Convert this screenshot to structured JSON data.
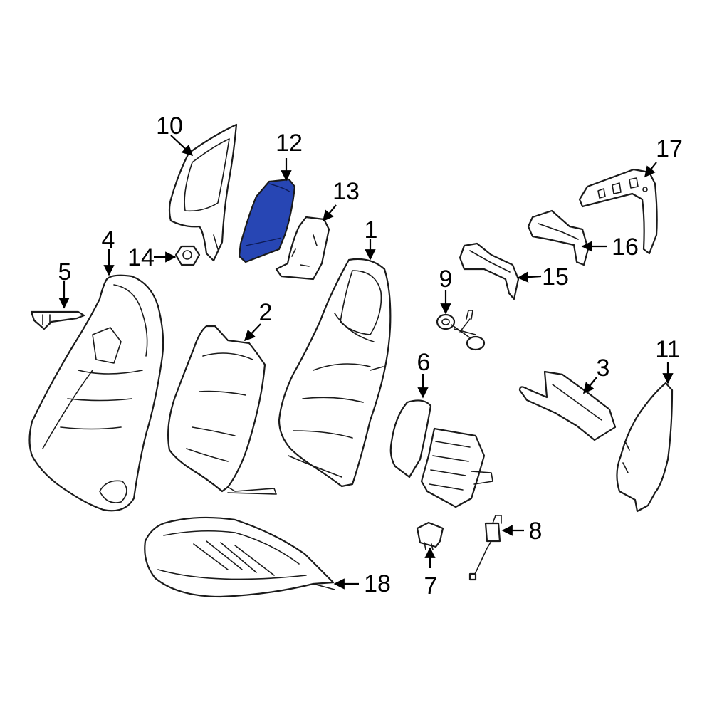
{
  "colors": {
    "line": "#1a1a1a",
    "highlight_fill": "#2746b4",
    "background": "#ffffff"
  },
  "callouts": {
    "c1": "1",
    "c2": "2",
    "c3": "3",
    "c4": "4",
    "c5": "5",
    "c6": "6",
    "c7": "7",
    "c8": "8",
    "c9": "9",
    "c10": "10",
    "c11": "11",
    "c12": "12",
    "c13": "13",
    "c14": "14",
    "c15": "15",
    "c16": "16",
    "c17": "17",
    "c18": "18"
  },
  "highlighted_part": "12"
}
